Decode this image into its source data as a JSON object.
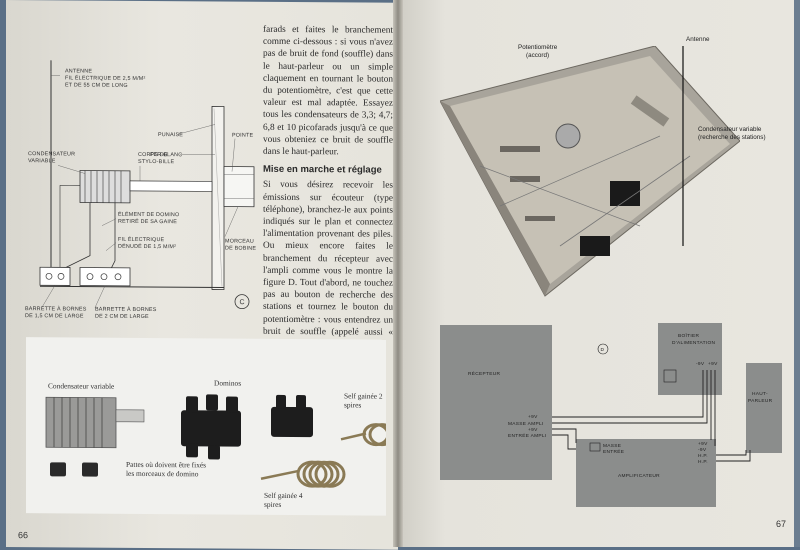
{
  "left_page": {
    "page_number": "66",
    "figure_c": {
      "circle_label": "C",
      "labels": {
        "antenne": "ANTENNE",
        "fil_electrique_long_1": "FIL ÉLECTRIQUE DE 2,5 M/M²",
        "fil_electrique_long_2": "ET DE 55 CM DE LONG",
        "punaise": "PUNAISE",
        "fer_blanc": "FER-BLANC",
        "pointe": "POINTE",
        "condensateur_1": "CONDENSATEUR",
        "condensateur_2": "VARIABLE",
        "corps_stylo_1": "CORPS DE",
        "corps_stylo_2": "STYLO-BILLE",
        "element_domino_1": "ÉLÉMENT DE DOMINO",
        "element_domino_2": "RETIRÉ DE SA GAINE",
        "fil_denude_1": "FIL ÉLECTRIQUE",
        "fil_denude_2": "DÉNUDÉ DE 1,5 M/M²",
        "morceau_1": "MORCEAU",
        "morceau_2": "DE BOBINE",
        "barrette_15_1": "BARRETTE À BORNES",
        "barrette_15_2": "DE 1,5 CM DE LARGE",
        "barrette_2_1": "BARRETTE À BORNES",
        "barrette_2_2": "DE 2 CM DE LARGE"
      }
    },
    "text_column": {
      "paragraph1": "farads et faites le branchement comme ci-dessous : si vous n'avez pas de bruit de fond (souffle) dans le haut-parleur ou un simple claquement en tournant le bouton du potentiomètre, c'est que cette valeur est mal adaptée. Essayez tous les condensateurs de 3,3; 4,7; 6,8 et 10 picofarads jusqu'à ce que vous obteniez ce bruit de souffle dans le haut-parleur.",
      "heading": "Mise en marche et réglage",
      "paragraph2": "Si vous désirez recevoir les émissions sur écouteur (type téléphone), branchez-le aux points indiqués sur le plan et connectez l'alimentation provenant des piles. Ou mieux encore faites le branchement du récepteur avec l'ampli comme vous le montre la figure D. Tout d'abord, ne touchez pas au bouton de recherche des stations et tournez le bouton du potentiomètre : vous entendrez un bruit de souffle (appelé aussi « chute d'eau »)."
    },
    "photo_captions": {
      "condensateur": "Condensateur variable",
      "dominos": "Dominos",
      "self_2": "Self gainée 2 spires",
      "pattes": "Pattes où doivent être fixés les morceaux de domino",
      "self_4": "Self gainée 4 spires"
    }
  },
  "right_page": {
    "page_number": "67",
    "photo_labels": {
      "potentiometre_1": "Potentiomètre",
      "potentiometre_2": "(accord)",
      "antenne": "Antenne",
      "condensateur_1": "Condensateur variable",
      "condensateur_2": "(recherche des stations)"
    },
    "figure_d": {
      "circle_label": "D",
      "recepteur": "RÉCEPTEUR",
      "boitier_1": "BOÎTIER",
      "boitier_2": "D'ALIMENTATION",
      "haut_parleur_1": "HAUT-",
      "haut_parleur_2": "PARLEUR",
      "amplificateur": "AMPLIFICATEUR",
      "masse": "MASSE",
      "entree": "ENTRÉE",
      "rec_plus9": "+9V",
      "rec_masse_ampli": "MASSE AMPLI",
      "rec_plus9b": "+9V",
      "rec_entree_ampli": "ENTRÉE AMPLI",
      "amp_plus9": "+9V",
      "amp_moins9": "-9V",
      "amp_hp1": "H.P.",
      "amp_hp2": "H.P.",
      "box_minus": "-9V",
      "box_plus": "+9V"
    }
  }
}
